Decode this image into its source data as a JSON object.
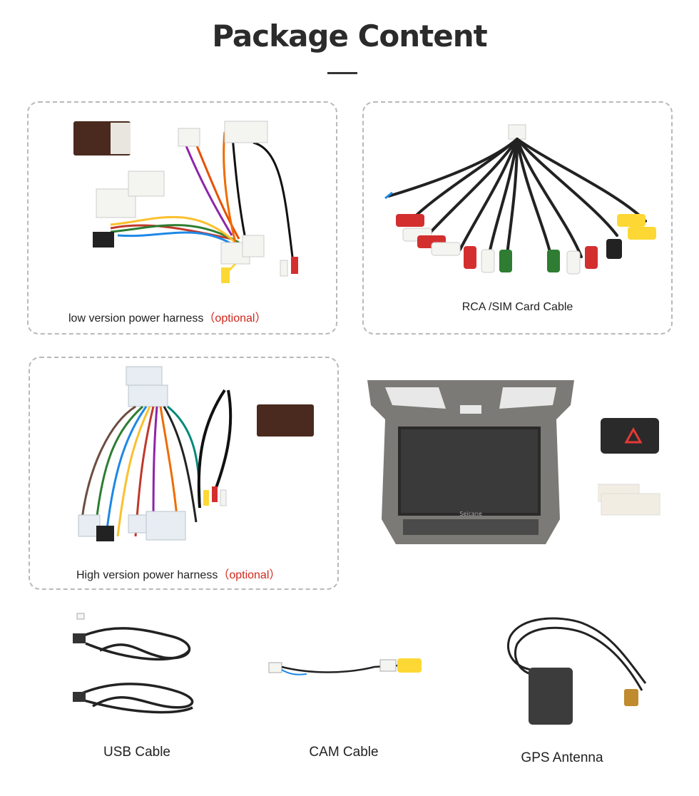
{
  "header": {
    "title": "Package Content"
  },
  "items": [
    {
      "caption": "low version power harness",
      "tag": "（optional）"
    },
    {
      "caption": "RCA /SIM Card Cable"
    },
    {
      "caption": "High version power harness",
      "tag": "（optional）"
    },
    {
      "caption": "Seicane"
    },
    {
      "caption": "USB Cable"
    },
    {
      "caption": "CAM Cable"
    },
    {
      "caption": "GPS Antenna"
    }
  ],
  "colors": {
    "optional_text": "#d0271c",
    "border": "#b9b9b9",
    "title": "#2b2b2b"
  }
}
